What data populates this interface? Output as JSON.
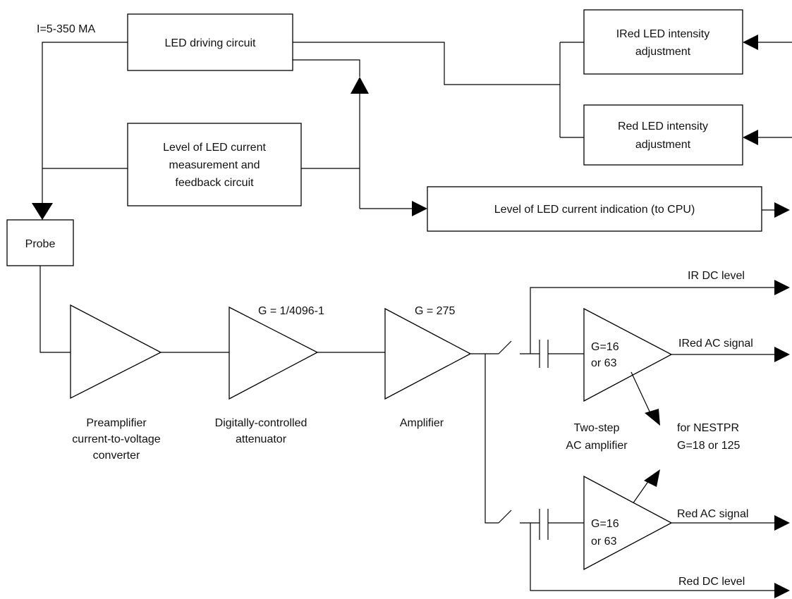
{
  "current_label": "I=5-350 MA",
  "blocks": {
    "led_driving": "LED driving circuit",
    "ired_intensity": [
      "IRed LED intensity",
      "adjustment"
    ],
    "red_intensity": [
      "Red LED intensity",
      "adjustment"
    ],
    "feedback": [
      "Level of LED current",
      "measurement and",
      "feedback circuit"
    ],
    "indication": "Level of LED current indication (to CPU)",
    "probe": "Probe"
  },
  "stages": {
    "preamp_caption": [
      "Preamplifier",
      "current-to-voltage",
      "converter"
    ],
    "attenuator_gain": "G = 1/4096-1",
    "attenuator_caption": [
      "Digitally-controlled",
      "attenuator"
    ],
    "amplifier_gain": "G = 275",
    "amplifier_caption": "Amplifier",
    "ac_amp_top_gain": [
      "G=16",
      "or 63"
    ],
    "ac_amp_bottom_gain": [
      "G=16",
      "or 63"
    ],
    "ac_amp_caption": [
      "Two-step",
      "AC amplifier"
    ],
    "nestpr": [
      "for NESTPR",
      "G=18 or 125"
    ]
  },
  "outputs": {
    "ir_dc": "IR DC level",
    "ired_ac": "IRed AC signal",
    "red_ac": "Red AC signal",
    "red_dc": "Red DC level"
  }
}
